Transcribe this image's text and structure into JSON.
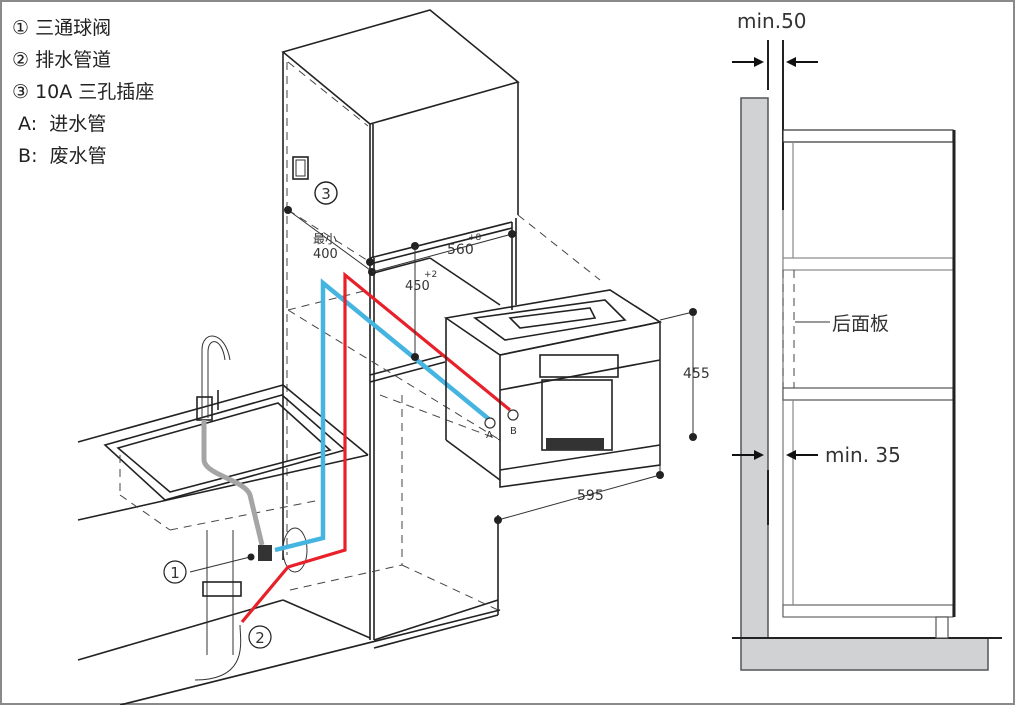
{
  "legend": {
    "items": [
      {
        "marker": "①",
        "text": "三通球阀"
      },
      {
        "marker": "②",
        "text": "排水管道"
      },
      {
        "marker": "③",
        "text": "10A 三孔插座"
      },
      {
        "marker": "A:",
        "text": "进水管"
      },
      {
        "marker": "B:",
        "text": "废水管"
      }
    ]
  },
  "callouts": {
    "valve": "1",
    "drain": "2",
    "socket": "3",
    "inlet_port": "A",
    "waste_port": "B"
  },
  "dimensions": {
    "min_400_label": "最小",
    "min_400_value": "400",
    "width_560": "560",
    "width_560_tol": "+8",
    "height_450": "450",
    "height_450_tol": "+2",
    "height_455": "455",
    "width_595": "595"
  },
  "side_view": {
    "top_gap": "min.50",
    "bottom_gap": "min. 35",
    "back_panel": "后面板"
  },
  "colors": {
    "inlet_pipe": "#45b4e0",
    "waste_pipe": "#e8202a",
    "faucet_hose": "#a5a5a5",
    "wall_fill": "#d1d2d4"
  }
}
